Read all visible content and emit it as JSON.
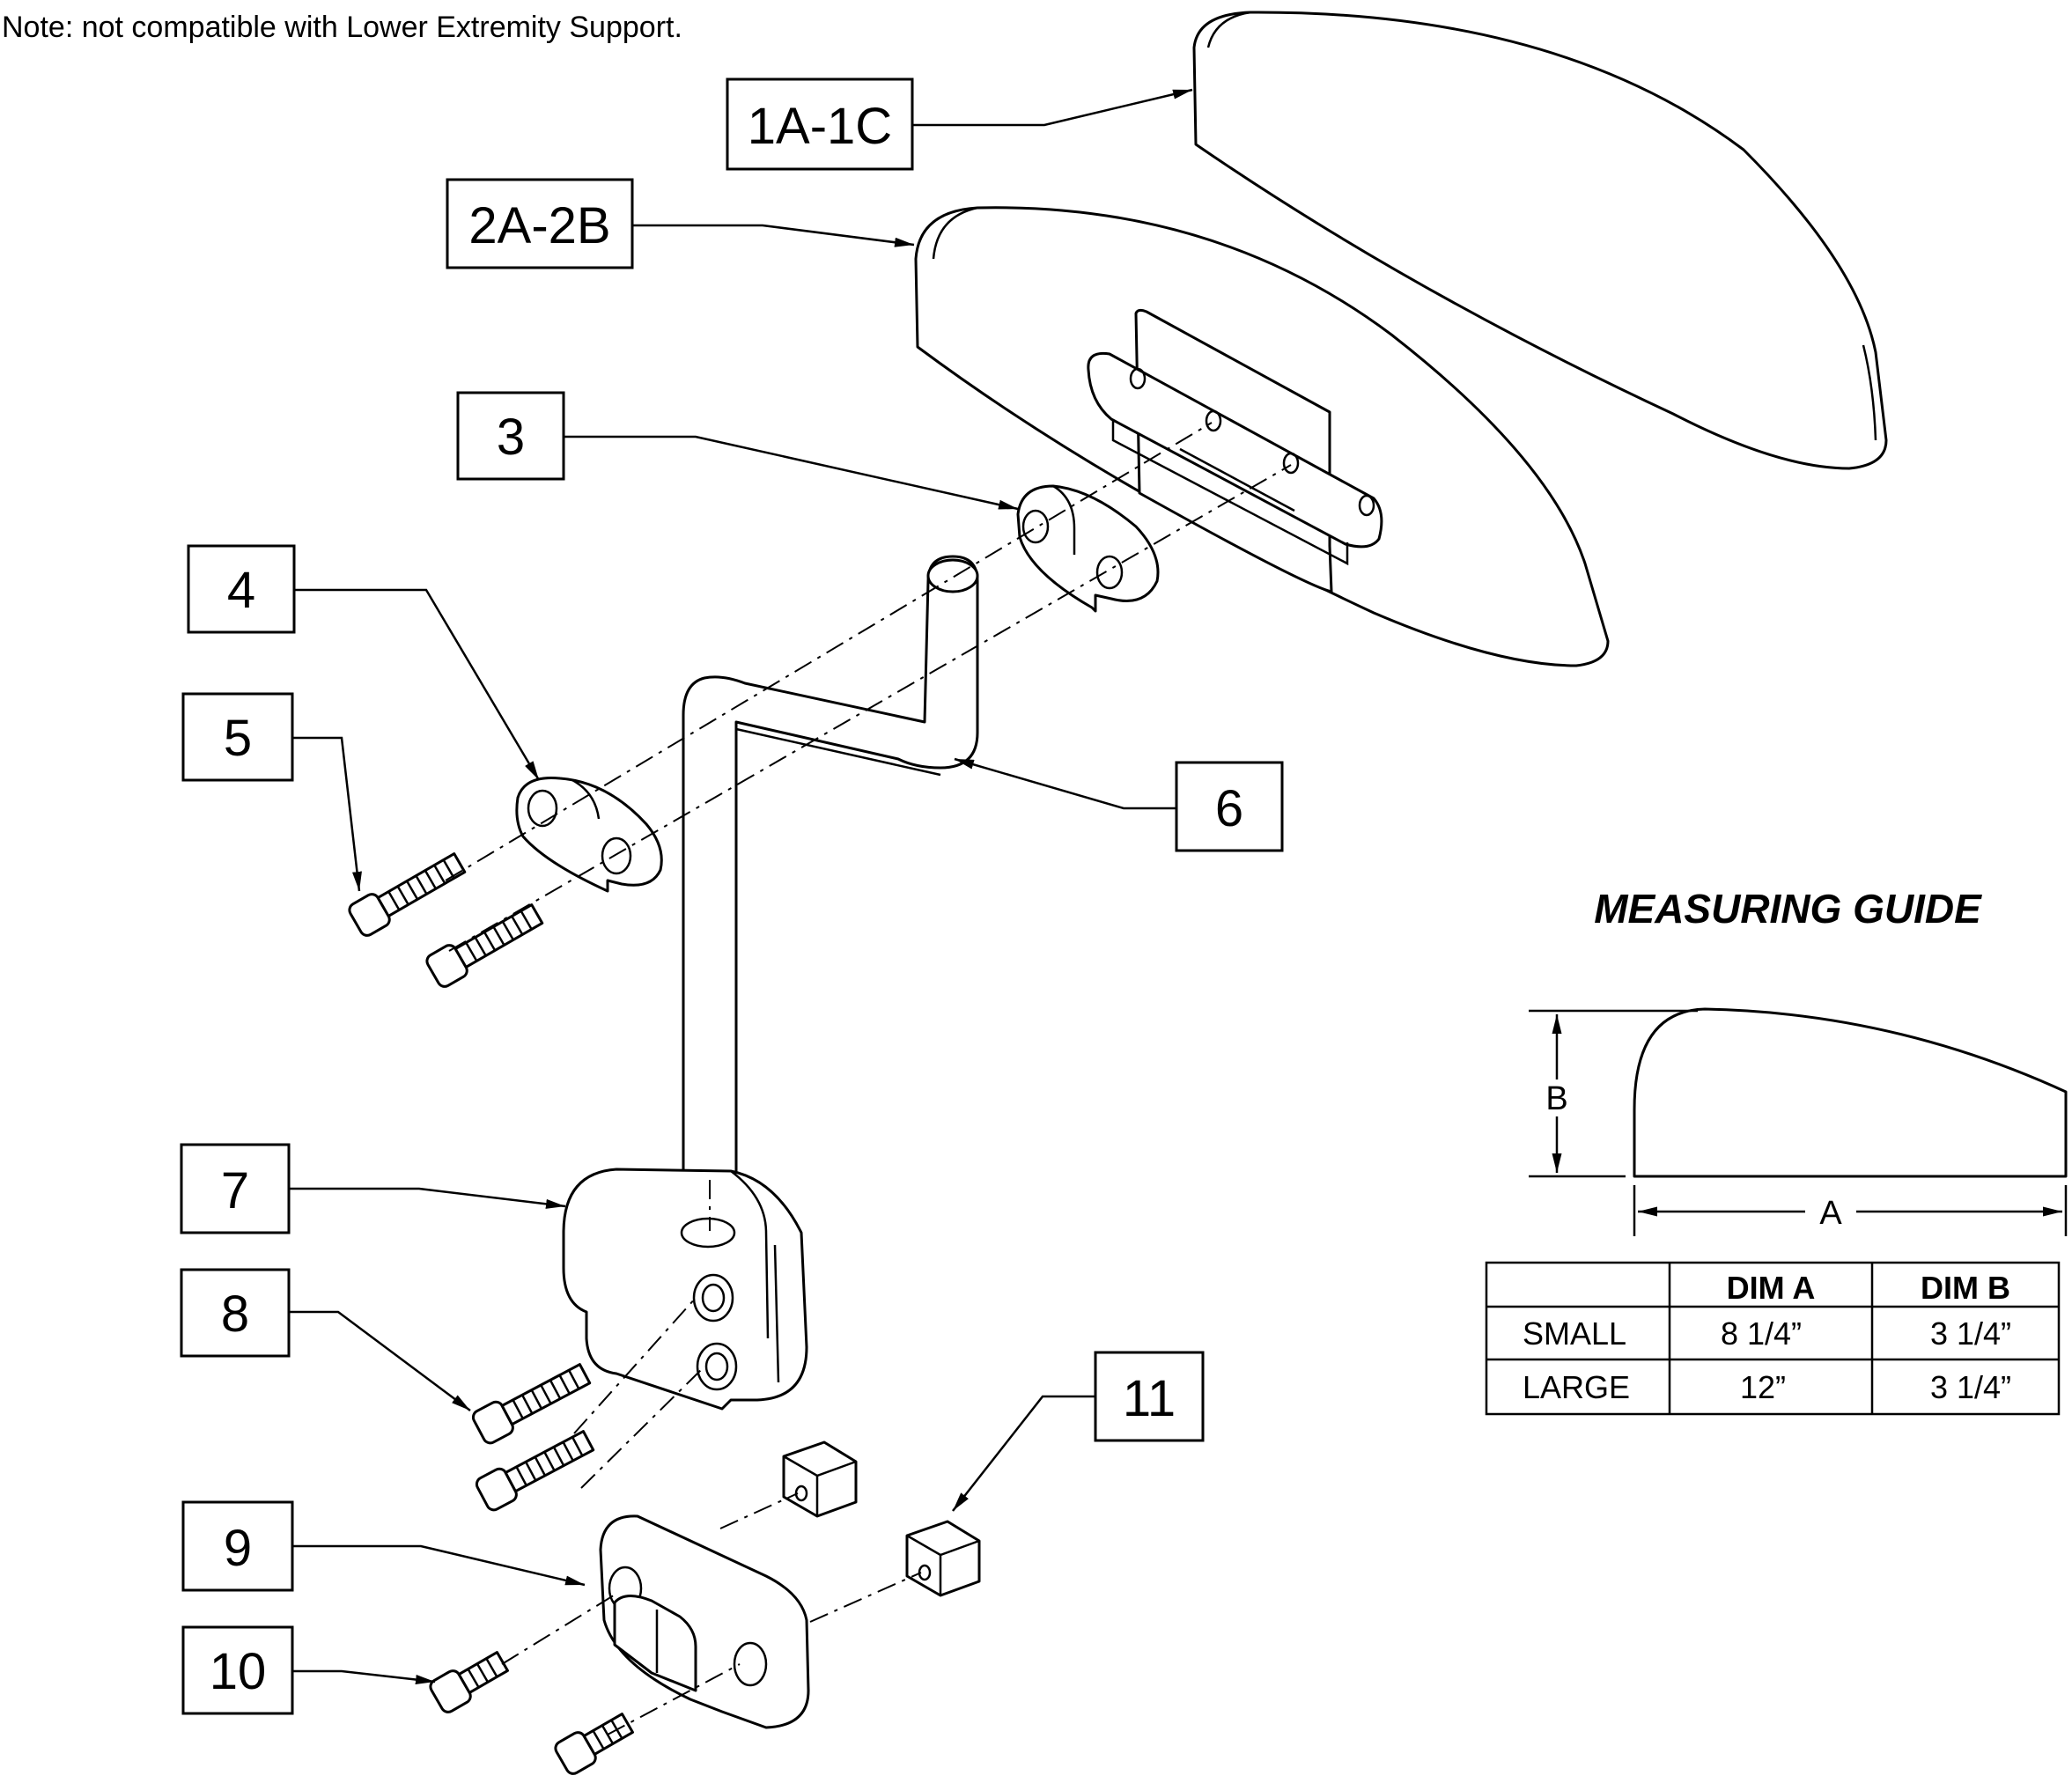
{
  "note": "Note: not compatible with Lower Extremity Support.",
  "callouts": [
    {
      "id": "1a-1c",
      "label": "1A-1C"
    },
    {
      "id": "2a-2b",
      "label": "2A-2B"
    },
    {
      "id": "3",
      "label": "3"
    },
    {
      "id": "4",
      "label": "4"
    },
    {
      "id": "5",
      "label": "5"
    },
    {
      "id": "6",
      "label": "6"
    },
    {
      "id": "7",
      "label": "7"
    },
    {
      "id": "8",
      "label": "8"
    },
    {
      "id": "9",
      "label": "9"
    },
    {
      "id": "10",
      "label": "10"
    },
    {
      "id": "11",
      "label": "11"
    }
  ],
  "measuring_guide": {
    "title": "MEASURING GUIDE",
    "dim_a_label": "A",
    "dim_b_label": "B",
    "table": {
      "headers": [
        "",
        "DIM A",
        "DIM B"
      ],
      "rows": [
        [
          "SMALL",
          "8 1/4”",
          "3 1/4”"
        ],
        [
          "LARGE",
          "12”",
          "3 1/4”"
        ]
      ]
    }
  }
}
